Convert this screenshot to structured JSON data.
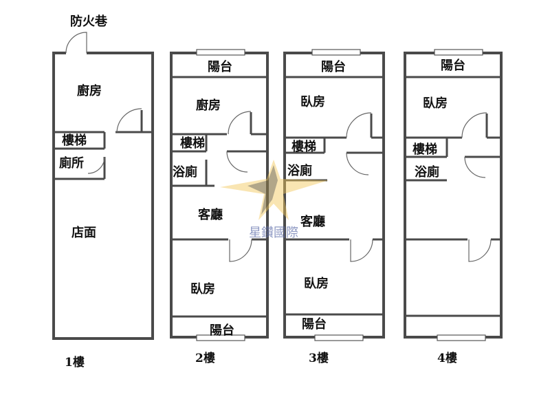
{
  "top_label": "防火巷",
  "floors": [
    {
      "name": "1樓",
      "rooms": {
        "kitchen": "廚房",
        "stairs": "樓梯",
        "toilet": "廁所",
        "shop": "店面"
      }
    },
    {
      "name": "2樓",
      "rooms": {
        "balcony_front": "陽台",
        "kitchen": "廚房",
        "stairs": "樓梯",
        "bath": "浴廁",
        "living": "客廳",
        "bedroom": "臥房",
        "balcony_back": "陽台"
      }
    },
    {
      "name": "3樓",
      "rooms": {
        "balcony_front": "陽台",
        "bedroom_front": "臥房",
        "stairs": "樓梯",
        "bath": "浴廁",
        "living": "客廳",
        "bedroom_back": "臥房",
        "balcony_back": "陽台"
      }
    },
    {
      "name": "4樓",
      "rooms": {
        "balcony_front": "陽台",
        "bedroom_front": "臥房",
        "stairs": "樓梯",
        "bath": "浴廁"
      }
    }
  ],
  "watermark": "星鑽國際",
  "colors": {
    "wall": "#4a4a4a",
    "star_gold": "#f2c75a",
    "star_dark": "#3e3e3e",
    "watermark_text": "#5a6aa8"
  }
}
